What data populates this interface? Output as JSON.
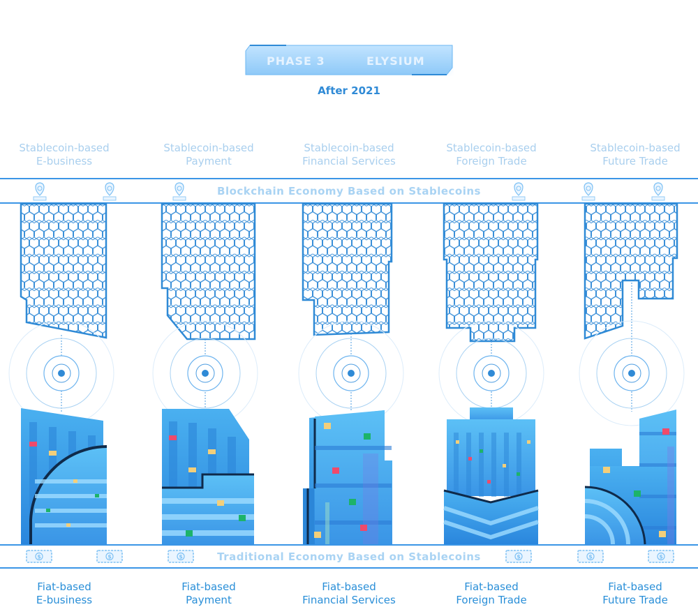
{
  "phase": {
    "label": "PHASE 3",
    "name": "ELYSIUM",
    "date": "After 2021"
  },
  "top_band": {
    "title": "Blockchain Economy Based on Stablecoins"
  },
  "bottom_band": {
    "title": "Traditional Economy Based on Stablecoins"
  },
  "columns": [
    {
      "top": "Stablecoin-based E-business",
      "top_lines": [
        "Stablecoin-based",
        "E-business"
      ],
      "bottom_lines": [
        "Fiat-based",
        "E-business"
      ]
    },
    {
      "top": "Stablecoin-based Payment",
      "top_lines": [
        "Stablecoin-based",
        "Payment"
      ],
      "bottom_lines": [
        "Fiat-based",
        "Payment"
      ]
    },
    {
      "top": "Stablecoin-based Financial Services",
      "top_lines": [
        "Stablecoin-based",
        "Financial Services"
      ],
      "bottom_lines": [
        "Fiat-based",
        "Financial Services"
      ]
    },
    {
      "top": "Stablecoin-based Foreign Trade",
      "top_lines": [
        "Stablecoin-based",
        "Foreign Trade"
      ],
      "bottom_lines": [
        "Fiat-based",
        "Foreign Trade"
      ]
    },
    {
      "top": "Stablecoin-based Future Trade",
      "top_lines": [
        "Stablecoin-based",
        "Future Trade"
      ],
      "bottom_lines": [
        "Fiat-based",
        "Future Trade"
      ]
    }
  ],
  "colors": {
    "primary": "#2f8ad6",
    "light": "#a9cfee",
    "building": "#3aa0ea",
    "accent_red": "#ef4a6b",
    "accent_green": "#1db36a",
    "accent_yellow": "#f3cf7a"
  },
  "icons": {
    "top_band": "location-pin-icon",
    "bottom_band": "dollar-bill-icon"
  }
}
